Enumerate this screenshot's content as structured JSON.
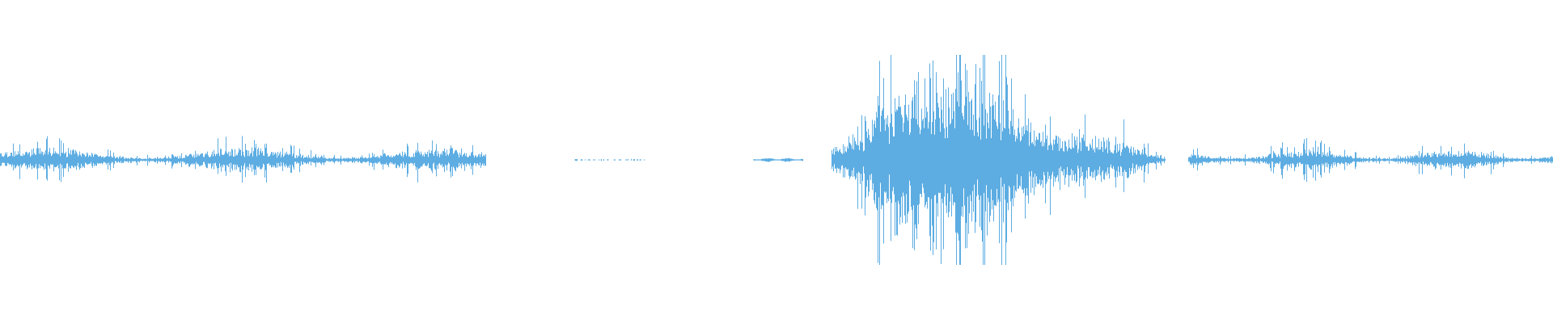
{
  "waveform": {
    "color": "#5dade2",
    "background": "#ffffff",
    "amplitude_scale": 1.0,
    "segments": [
      {
        "start": 0.0,
        "end": 0.313,
        "level": 0.12,
        "density": "continuous"
      },
      {
        "start": 0.37,
        "end": 0.415,
        "level": 0.01,
        "density": "sparse"
      },
      {
        "start": 0.485,
        "end": 0.517,
        "level": 0.02,
        "density": "thin"
      },
      {
        "start": 0.535,
        "end": 0.75,
        "level": 0.95,
        "density": "continuous"
      },
      {
        "start": 0.765,
        "end": 1.0,
        "level": 0.1,
        "density": "continuous"
      }
    ],
    "peak_level": 1.0
  }
}
